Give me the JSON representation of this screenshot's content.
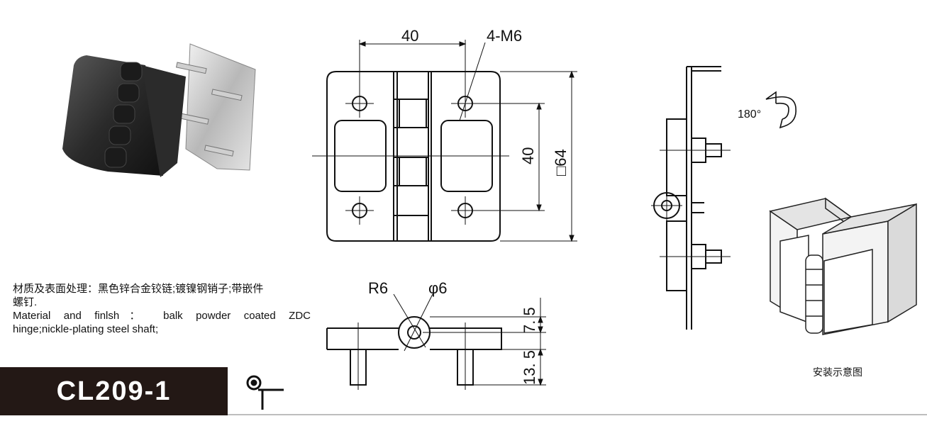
{
  "description": {
    "cn_line1": "材质及表面处理：黑色锌合金铰链;镀镍钢销子;带嵌件",
    "cn_line2": "螺钉.",
    "en_line1": "Material and finlsh： balk powder coated ZDC",
    "en_line2": "hinge;nickle-plating steel shaft;"
  },
  "model": {
    "code": "CL209-1"
  },
  "install_caption": "安装示意图",
  "dimensions": {
    "top_width": "40",
    "thread": "4-M6",
    "hole_spacing": "40",
    "overall": "□64",
    "radius": "R6",
    "pin_dia": "φ6",
    "height_upper": "7. 5",
    "height_lower": "13. 5",
    "rotation": "180°"
  },
  "icons": [
    "hinge-photo",
    "front-view-drawing",
    "bottom-view-drawing",
    "side-view-drawing",
    "rotation-arrow-icon",
    "installation-sketch",
    "hinge-symbol-icon"
  ]
}
